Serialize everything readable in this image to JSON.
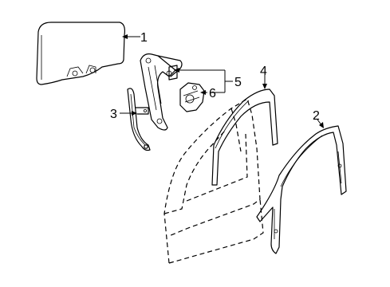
{
  "diagram": {
    "callouts": [
      {
        "id": "1",
        "text": "1"
      },
      {
        "id": "2",
        "text": "2"
      },
      {
        "id": "3",
        "text": "3"
      },
      {
        "id": "4",
        "text": "4"
      },
      {
        "id": "5",
        "text": "5"
      },
      {
        "id": "6",
        "text": "6"
      }
    ]
  }
}
